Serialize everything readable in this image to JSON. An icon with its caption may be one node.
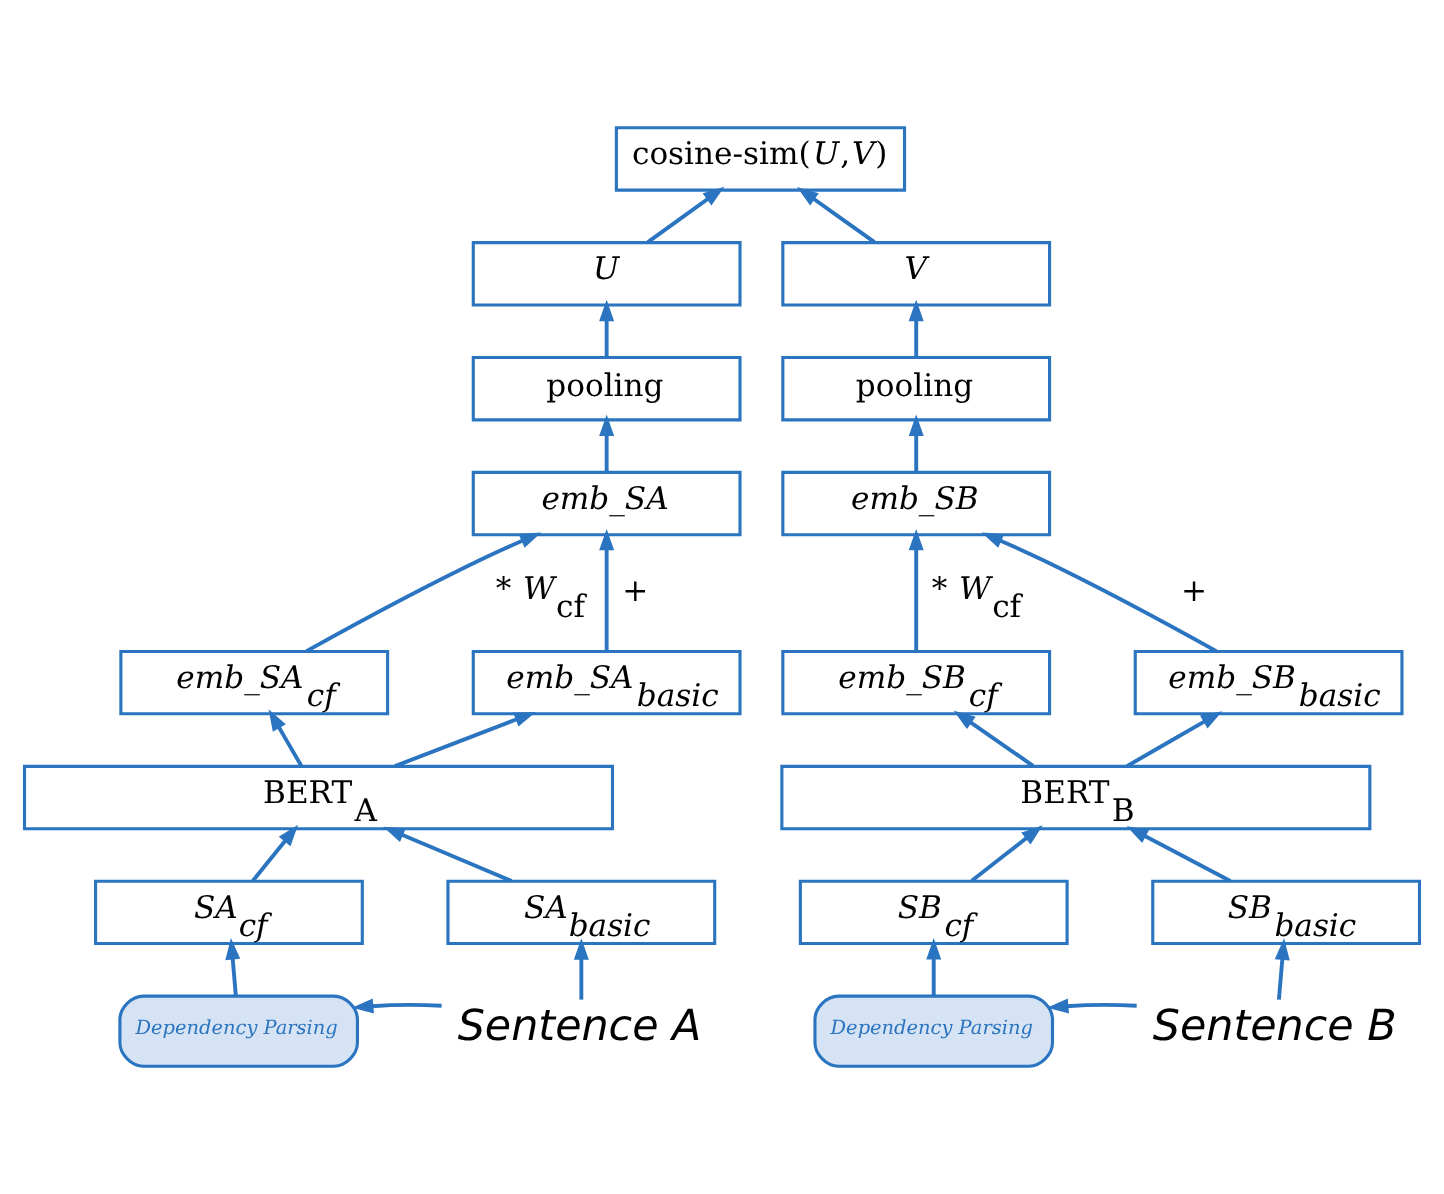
{
  "diagram": {
    "nodes": [
      {
        "text": [
          "cosine-sim(*U*,*V*)"
        ]
      },
      {
        "text": [
          "U"
        ]
      },
      {
        "text": [
          "V"
        ]
      },
      {
        "text": [
          "pooling"
        ]
      },
      {
        "text": [
          "pooling"
        ]
      },
      {
        "text": [
          "emb_SA"
        ]
      },
      {
        "text": [
          "emb_SB"
        ]
      },
      {
        "text": [
          "emb_SA$_{cf}$"
        ]
      },
      {
        "text": [
          "emb_SA$_{basic}$"
        ]
      },
      {
        "text": [
          "emb_SB$_{cf}$"
        ]
      },
      {
        "text": [
          "emb_SB$_{basic}$"
        ]
      },
      {
        "text": [
          "BERT$_{A}$"
        ]
      },
      {
        "text": [
          "BERT$_{B}$"
        ]
      },
      {
        "text": [
          "SA$_{cf}$"
        ]
      },
      {
        "text": [
          "SA$_{basic}$"
        ]
      },
      {
        "text": [
          "SB$_{cf}$"
        ]
      },
      {
        "text": [
          "SB$_{basic}$"
        ]
      },
      {
        "text": [
          "Dependency Parsing"
        ]
      },
      {
        "text": [
          "Sentence A"
        ]
      },
      {
        "text": [
          "Dependency Parsing"
        ]
      },
      {
        "text": [
          "Sentence B"
        ]
      }
    ],
    "edges": [
      {
        "from": 1,
        "to": 0,
        "arrow": "to"
      },
      {
        "from": 2,
        "to": 0,
        "arrow": "to"
      },
      {
        "from": 3,
        "to": 1,
        "arrow": "to"
      },
      {
        "from": 4,
        "to": 2,
        "arrow": "to"
      },
      {
        "from": 5,
        "to": 3,
        "arrow": "to"
      },
      {
        "from": 6,
        "to": 4,
        "arrow": "to"
      },
      {
        "from": 7,
        "to": 5,
        "arrow": "to",
        "label": "* *W*$_{cf}$"
      },
      {
        "from": 8,
        "to": 5,
        "arrow": "to",
        "label": "+"
      },
      {
        "from": 9,
        "to": 6,
        "arrow": "to",
        "label": "* *W*$_{cf}$"
      },
      {
        "from": 10,
        "to": 6,
        "arrow": "to",
        "label": "+"
      },
      {
        "from": 11,
        "to": 7,
        "arrow": "to"
      },
      {
        "from": 11,
        "to": 8,
        "arrow": "to"
      },
      {
        "from": 12,
        "to": 9,
        "arrow": "to"
      },
      {
        "from": 12,
        "to": 10,
        "arrow": "to"
      },
      {
        "from": 13,
        "to": 11,
        "arrow": "to"
      },
      {
        "from": 14,
        "to": 11,
        "arrow": "to"
      },
      {
        "from": 15,
        "to": 12,
        "arrow": "to"
      },
      {
        "from": 16,
        "to": 12,
        "arrow": "to"
      },
      {
        "from": 18,
        "to": 17,
        "arrow": "to"
      },
      {
        "from": 17,
        "to": 13,
        "arrow": "to"
      },
      {
        "from": 18,
        "to": 14,
        "arrow": "to"
      },
      {
        "from": 20,
        "to": 19,
        "arrow": "to"
      },
      {
        "from": 19,
        "to": 15,
        "arrow": "to"
      },
      {
        "from": 20,
        "to": 16,
        "arrow": "to"
      }
    ]
  }
}
